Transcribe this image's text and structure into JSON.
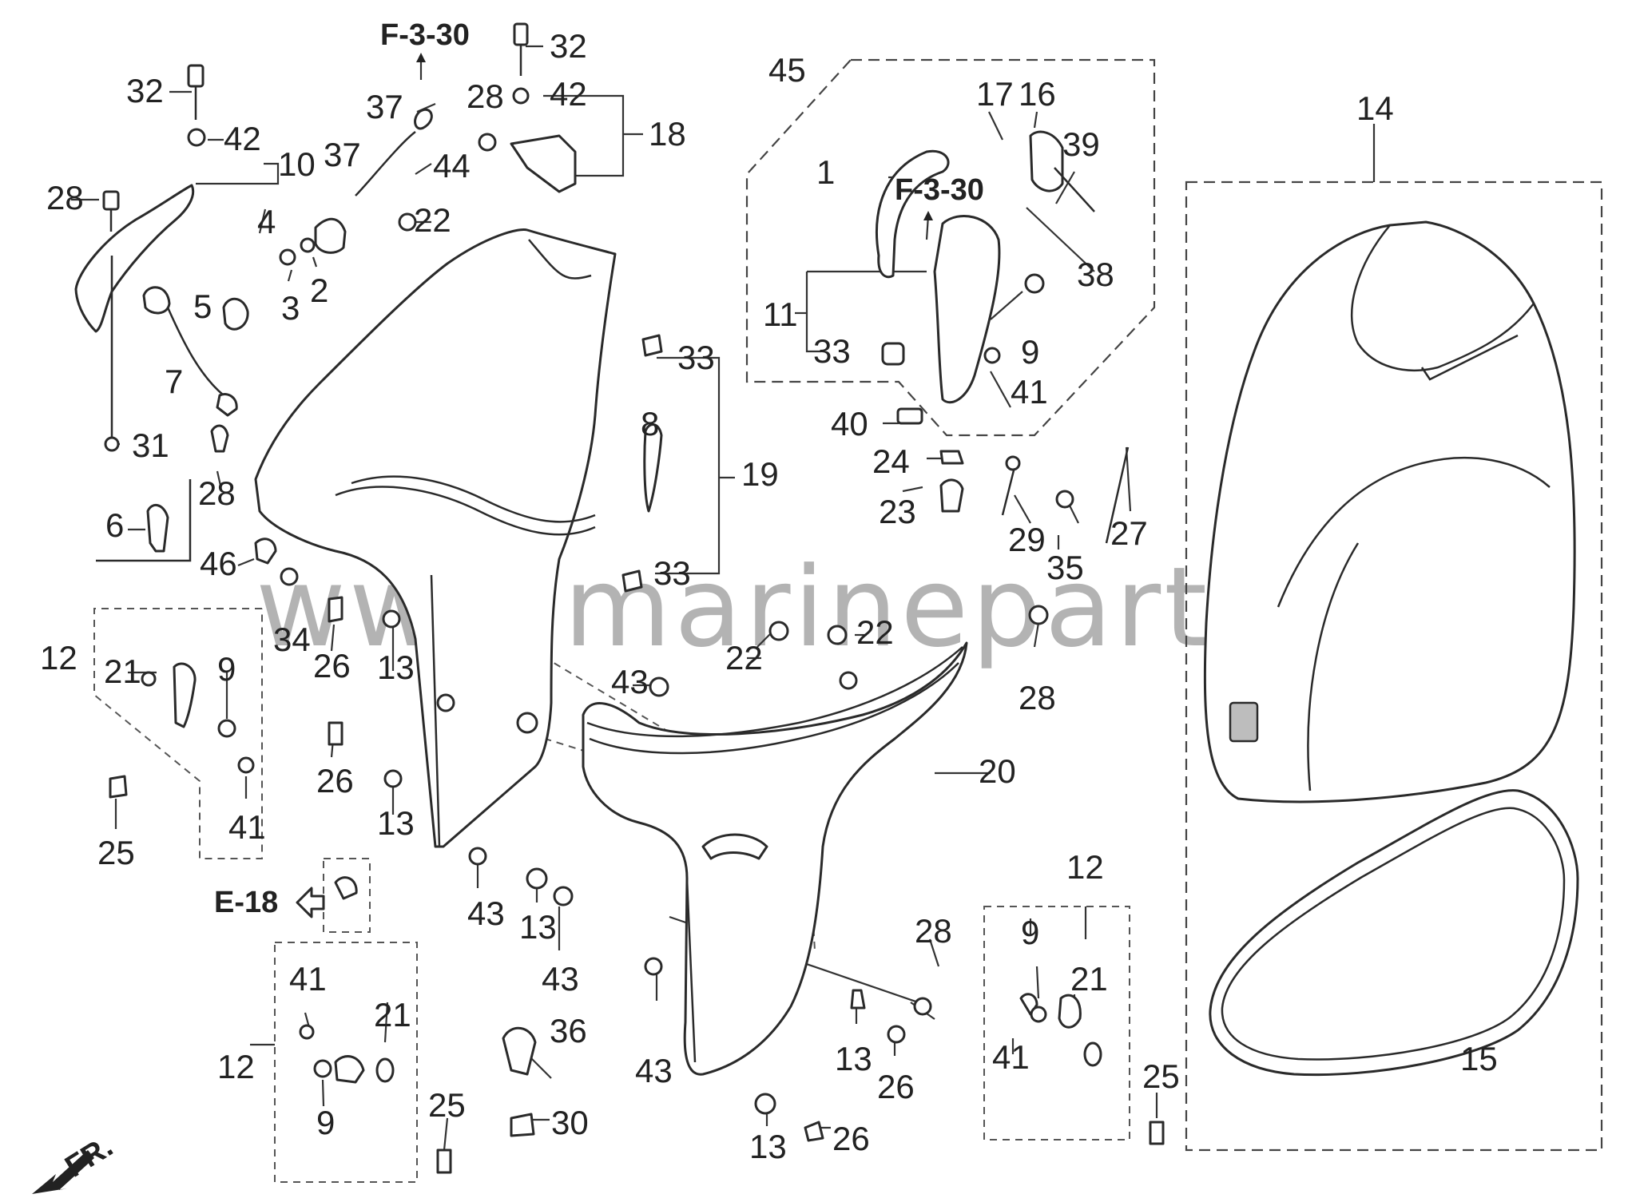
{
  "watermark": "www.marineparts.eu",
  "references": {
    "top_left": "F-3-30",
    "bracket_group": "F-3-30",
    "side": "E-18",
    "direction": "FR."
  },
  "callouts": [
    {
      "id": "c1",
      "label": "1"
    },
    {
      "id": "c2",
      "label": "2"
    },
    {
      "id": "c3",
      "label": "3"
    },
    {
      "id": "c4",
      "label": "4"
    },
    {
      "id": "c5",
      "label": "5"
    },
    {
      "id": "c6",
      "label": "6"
    },
    {
      "id": "c7",
      "label": "7"
    },
    {
      "id": "c8",
      "label": "8"
    },
    {
      "id": "c9a",
      "label": "9"
    },
    {
      "id": "c9b",
      "label": "9"
    },
    {
      "id": "c9c",
      "label": "9"
    },
    {
      "id": "c9d",
      "label": "9"
    },
    {
      "id": "c10",
      "label": "10"
    },
    {
      "id": "c11",
      "label": "11"
    },
    {
      "id": "c12a",
      "label": "12"
    },
    {
      "id": "c12b",
      "label": "12"
    },
    {
      "id": "c12c",
      "label": "12"
    },
    {
      "id": "c13a",
      "label": "13"
    },
    {
      "id": "c13b",
      "label": "13"
    },
    {
      "id": "c13c",
      "label": "13"
    },
    {
      "id": "c13d",
      "label": "13"
    },
    {
      "id": "c13e",
      "label": "13"
    },
    {
      "id": "c14",
      "label": "14"
    },
    {
      "id": "c15",
      "label": "15"
    },
    {
      "id": "c16",
      "label": "16"
    },
    {
      "id": "c17",
      "label": "17"
    },
    {
      "id": "c18",
      "label": "18"
    },
    {
      "id": "c19",
      "label": "19"
    },
    {
      "id": "c20",
      "label": "20"
    },
    {
      "id": "c21a",
      "label": "21"
    },
    {
      "id": "c21b",
      "label": "21"
    },
    {
      "id": "c21c",
      "label": "21"
    },
    {
      "id": "c22a",
      "label": "22"
    },
    {
      "id": "c22b",
      "label": "22"
    },
    {
      "id": "c22c",
      "label": "22"
    },
    {
      "id": "c23",
      "label": "23"
    },
    {
      "id": "c24",
      "label": "24"
    },
    {
      "id": "c25a",
      "label": "25"
    },
    {
      "id": "c25b",
      "label": "25"
    },
    {
      "id": "c25c",
      "label": "25"
    },
    {
      "id": "c26a",
      "label": "26"
    },
    {
      "id": "c26b",
      "label": "26"
    },
    {
      "id": "c26c",
      "label": "26"
    },
    {
      "id": "c26d",
      "label": "26"
    },
    {
      "id": "c27",
      "label": "27"
    },
    {
      "id": "c28a",
      "label": "28"
    },
    {
      "id": "c28b",
      "label": "28"
    },
    {
      "id": "c28c",
      "label": "28"
    },
    {
      "id": "c28d",
      "label": "28"
    },
    {
      "id": "c28e",
      "label": "28"
    },
    {
      "id": "c29",
      "label": "29"
    },
    {
      "id": "c30",
      "label": "30"
    },
    {
      "id": "c31",
      "label": "31"
    },
    {
      "id": "c32a",
      "label": "32"
    },
    {
      "id": "c32b",
      "label": "32"
    },
    {
      "id": "c33a",
      "label": "33"
    },
    {
      "id": "c33b",
      "label": "33"
    },
    {
      "id": "c33c",
      "label": "33"
    },
    {
      "id": "c34",
      "label": "34"
    },
    {
      "id": "c35",
      "label": "35"
    },
    {
      "id": "c36",
      "label": "36"
    },
    {
      "id": "c37a",
      "label": "37"
    },
    {
      "id": "c37b",
      "label": "37"
    },
    {
      "id": "c38",
      "label": "38"
    },
    {
      "id": "c39",
      "label": "39"
    },
    {
      "id": "c40",
      "label": "40"
    },
    {
      "id": "c41a",
      "label": "41"
    },
    {
      "id": "c41b",
      "label": "41"
    },
    {
      "id": "c41c",
      "label": "41"
    },
    {
      "id": "c41d",
      "label": "41"
    },
    {
      "id": "c42a",
      "label": "42"
    },
    {
      "id": "c42b",
      "label": "42"
    },
    {
      "id": "c43a",
      "label": "43"
    },
    {
      "id": "c43b",
      "label": "43"
    },
    {
      "id": "c43c",
      "label": "43"
    },
    {
      "id": "c43d",
      "label": "43"
    },
    {
      "id": "c44",
      "label": "44"
    },
    {
      "id": "c45",
      "label": "45"
    },
    {
      "id": "c46",
      "label": "46"
    }
  ]
}
